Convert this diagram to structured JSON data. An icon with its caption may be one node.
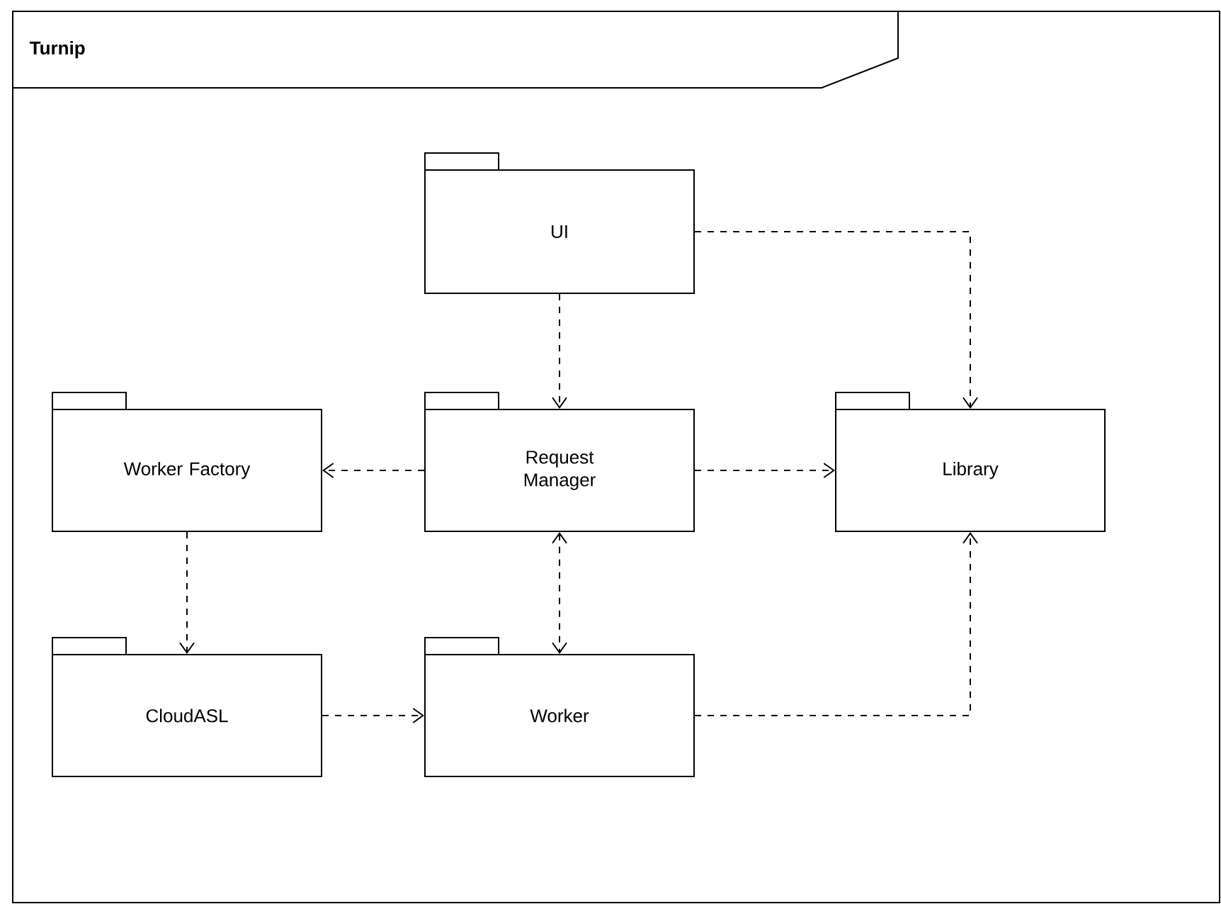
{
  "diagram": {
    "nodes": [
      {
        "text": [
          "Turnip"
        ]
      },
      {
        "text": [
          "UI"
        ],
        "in": 0
      },
      {
        "text": [
          "Worker Factory"
        ],
        "in": 0
      },
      {
        "text": [
          "Request Manager"
        ],
        "in": 0
      },
      {
        "text": [
          "Library"
        ],
        "in": 0
      },
      {
        "text": [
          "CloudASL"
        ],
        "in": 0
      },
      {
        "text": [
          "Worker"
        ],
        "in": 0
      }
    ],
    "edges": [
      {
        "from": 1,
        "to": 3,
        "arrow": "to",
        "style": "dashed"
      },
      {
        "from": 1,
        "to": 4,
        "arrow": "to",
        "style": "dashed"
      },
      {
        "from": 3,
        "to": 2,
        "arrow": "to",
        "style": "dashed"
      },
      {
        "from": 3,
        "to": 4,
        "arrow": "to",
        "style": "dashed"
      },
      {
        "from": 3,
        "to": 6,
        "arrow": "both",
        "style": "dashed"
      },
      {
        "from": 2,
        "to": 5,
        "arrow": "to",
        "style": "dashed"
      },
      {
        "from": 5,
        "to": 6,
        "arrow": "to",
        "style": "dashed"
      },
      {
        "from": 6,
        "to": 4,
        "arrow": "to",
        "style": "dashed"
      }
    ]
  }
}
